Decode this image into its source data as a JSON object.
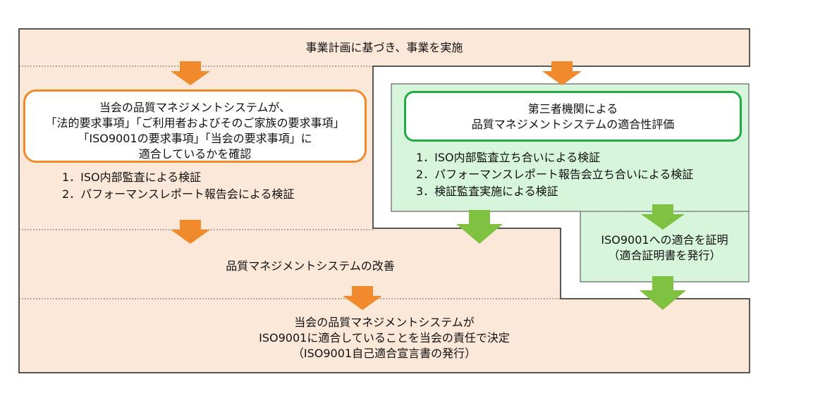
{
  "top_box": {
    "text": "事業計画に基づき、事業を実施"
  },
  "left_panel": {
    "callout_lines": [
      "当会の品質マネジメントシステムが、",
      "「法的要求事項」「ご利用者およびそのご家族の要求事項」",
      "「ISO9001の要求事項」「当会の要求事項」に",
      "適合しているかを確認"
    ],
    "items": [
      "1．ISO内部監査による検証",
      "2．パフォーマンスレポート報告会による検証"
    ]
  },
  "right_panel": {
    "callout_lines": [
      "第三者機関による",
      "品質マネジメントシステムの適合性評価"
    ],
    "items": [
      "1．ISO内部監査立ち合いによる検証",
      "2．パフォーマンスレポート報告会立ち合いによる検証",
      "3．検証監査実施による検証"
    ]
  },
  "certification_box": {
    "lines": [
      "ISO9001への適合を証明",
      "（適合証明書を発行）"
    ]
  },
  "improvement_box": {
    "text": "品質マネジメントシステムの改善"
  },
  "bottom_box": {
    "lines": [
      "当会の品質マネジメントシステムが",
      "ISO9001に適合していることを当会の責任で決定",
      "（ISO9001自己適合宣言書の発行）"
    ]
  },
  "colors": {
    "peach": "#fce8d8",
    "green": "#d6f5da",
    "orange": "#f08a2c",
    "green_accent": "#22aa44",
    "green_arrow": "#7fc241"
  }
}
